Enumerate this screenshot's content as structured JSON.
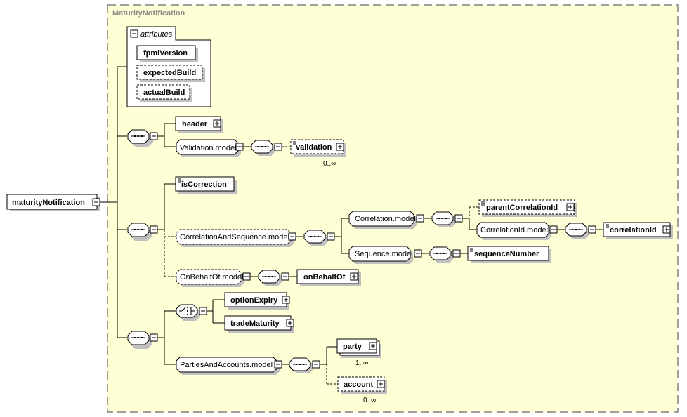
{
  "diagram": {
    "colors": {
      "type_bg": "#ffffd5",
      "type_border": "#808080",
      "shadow": "#c0c0c0"
    },
    "type_name": "MaturityNotification",
    "root": {
      "label": "maturityNotification"
    },
    "attributes": {
      "header": "attributes",
      "items": [
        {
          "label": "fpmlVersion",
          "optional": false
        },
        {
          "label": "expectedBuild",
          "optional": true
        },
        {
          "label": "actualBuild",
          "optional": true
        }
      ]
    },
    "elements": {
      "header": "header",
      "validation_model": "Validation.model",
      "validation": "validation",
      "validation_occ": "0..∞",
      "isCorrection": "isCorrection",
      "correlation_and_sequence_model": "CorrelationAndSequence.model",
      "correlation_model": "Correlation.model",
      "parentCorrelationId": "parentCorrelationId",
      "correlationId_model": "CorrelationId.model",
      "correlationId": "correlationId",
      "sequence_model": "Sequence.model",
      "sequenceNumber": "sequenceNumber",
      "onBehalfOf_model": "OnBehalfOf.model",
      "onBehalfOf": "onBehalfOf",
      "optionExpiry": "optionExpiry",
      "tradeMaturity": "tradeMaturity",
      "parties_and_accounts_model": "PartiesAndAccounts.model",
      "party": "party",
      "party_occ": "1..∞",
      "account": "account",
      "account_occ": "0..∞"
    }
  }
}
